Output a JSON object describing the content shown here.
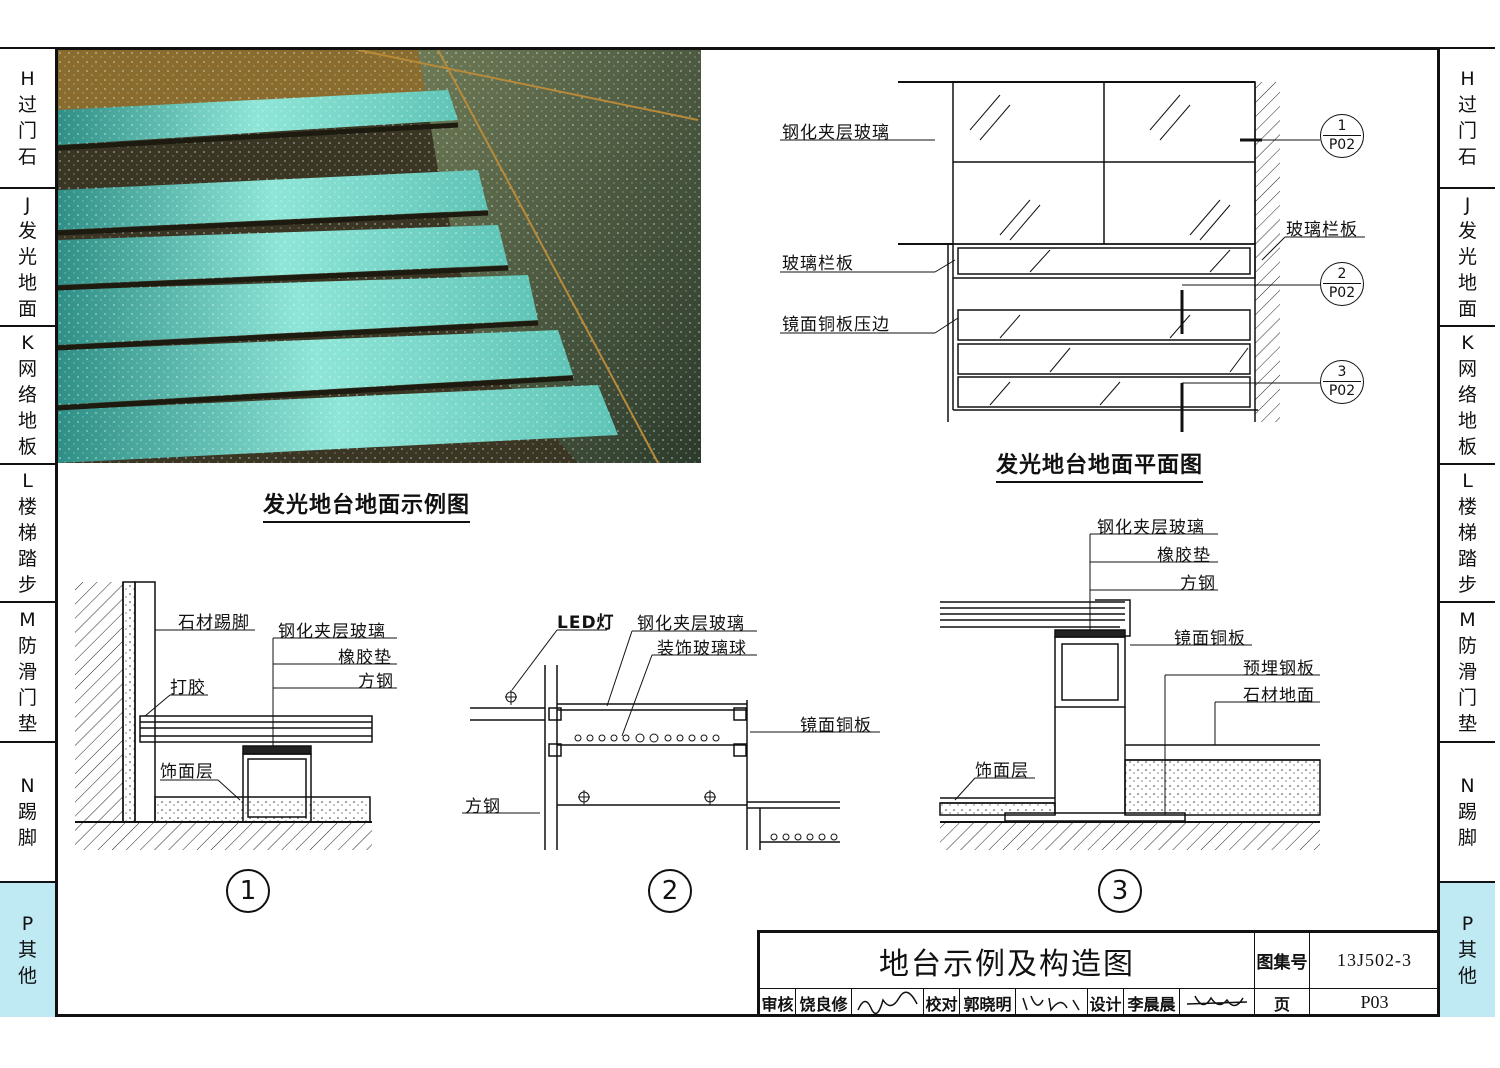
{
  "left_tabs": [
    {
      "code": "H",
      "chars": [
        "过",
        "门",
        "石"
      ]
    },
    {
      "code": "J",
      "chars": [
        "发",
        "光",
        "地",
        "面"
      ]
    },
    {
      "code": "K",
      "chars": [
        "网",
        "络",
        "地",
        "板"
      ]
    },
    {
      "code": "L",
      "chars": [
        "楼",
        "梯",
        "踏",
        "步"
      ]
    },
    {
      "code": "M",
      "chars": [
        "防",
        "滑",
        "门",
        "垫"
      ]
    },
    {
      "code": "N",
      "chars": [
        "踢",
        "脚"
      ]
    },
    {
      "code": "P",
      "chars": [
        "其",
        "他"
      ],
      "active": true
    }
  ],
  "photo_caption": "发光地台地面示例图",
  "plan": {
    "caption": "发光地台地面平面图",
    "labels": {
      "glass_top": "钢化夹层玻璃",
      "rail_right": "玻璃栏板",
      "rail_left": "玻璃栏板",
      "edge": "镜面铜板压边"
    },
    "refs": [
      {
        "num": "1",
        "sheet": "P02"
      },
      {
        "num": "2",
        "sheet": "P02"
      },
      {
        "num": "3",
        "sheet": "P02"
      }
    ]
  },
  "detail1": {
    "number": "1",
    "labels": {
      "skirting": "石材踢脚",
      "glass": "钢化夹层玻璃",
      "rubber": "橡胶垫",
      "steel": "方钢",
      "glue": "打胶",
      "finish": "饰面层"
    }
  },
  "detail2": {
    "number": "2",
    "labels": {
      "led": "LED灯",
      "glass": "钢化夹层玻璃",
      "balls": "装饰玻璃球",
      "copper": "镜面铜板",
      "steel": "方钢"
    }
  },
  "detail3": {
    "number": "3",
    "labels": {
      "glass": "钢化夹层玻璃",
      "rubber": "橡胶垫",
      "steel": "方钢",
      "copper": "镜面铜板",
      "plate": "预埋钢板",
      "stone": "石材地面",
      "finish": "饰面层"
    }
  },
  "title_block": {
    "title": "地台示例及构造图",
    "atlas_label": "图集号",
    "atlas_no": "13J502-3",
    "review_label": "审核",
    "reviewer": "饶良修",
    "check_label": "校对",
    "checker": "郭晓明",
    "design_label": "设计",
    "designer": "李晨晨",
    "page_label": "页",
    "page_no": "P03"
  }
}
